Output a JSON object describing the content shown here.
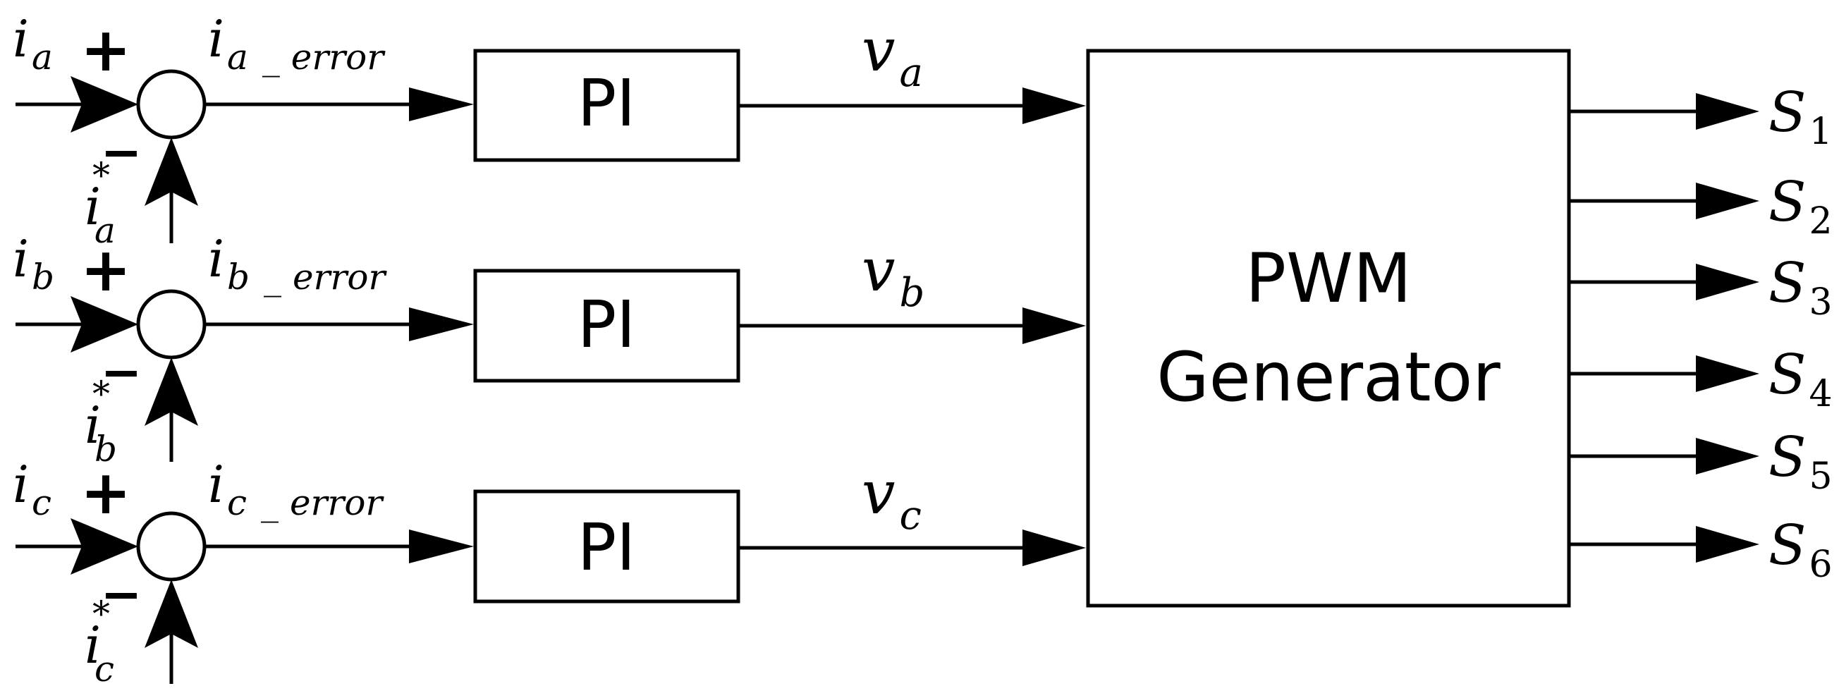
{
  "channels": [
    {
      "input": {
        "main": "i",
        "sub": "a"
      },
      "reference": {
        "main": "i",
        "sub": "a",
        "sup": "*"
      },
      "plus_sign": "+",
      "minus_sign": "−",
      "error": {
        "main": "i",
        "sub": "a",
        "suffix": "_ error"
      },
      "controller_label": "PI",
      "output": {
        "main": "v",
        "sub": "a"
      }
    },
    {
      "input": {
        "main": "i",
        "sub": "b"
      },
      "reference": {
        "main": "i",
        "sub": "b",
        "sup": "*"
      },
      "plus_sign": "+",
      "minus_sign": "−",
      "error": {
        "main": "i",
        "sub": "b",
        "suffix": "_ error"
      },
      "controller_label": "PI",
      "output": {
        "main": "v",
        "sub": "b"
      }
    },
    {
      "input": {
        "main": "i",
        "sub": "c"
      },
      "reference": {
        "main": "i",
        "sub": "c",
        "sup": "*"
      },
      "plus_sign": "+",
      "minus_sign": "−",
      "error": {
        "main": "i",
        "sub": "c",
        "suffix": "_ error"
      },
      "controller_label": "PI",
      "output": {
        "main": "v",
        "sub": "c"
      }
    }
  ],
  "pwm_block": {
    "line1": "PWM",
    "line2": "Generator"
  },
  "switch_outputs": [
    {
      "main": "S",
      "sub": "1"
    },
    {
      "main": "S",
      "sub": "2"
    },
    {
      "main": "S",
      "sub": "3"
    },
    {
      "main": "S",
      "sub": "4"
    },
    {
      "main": "S",
      "sub": "5"
    },
    {
      "main": "S",
      "sub": "6"
    }
  ]
}
